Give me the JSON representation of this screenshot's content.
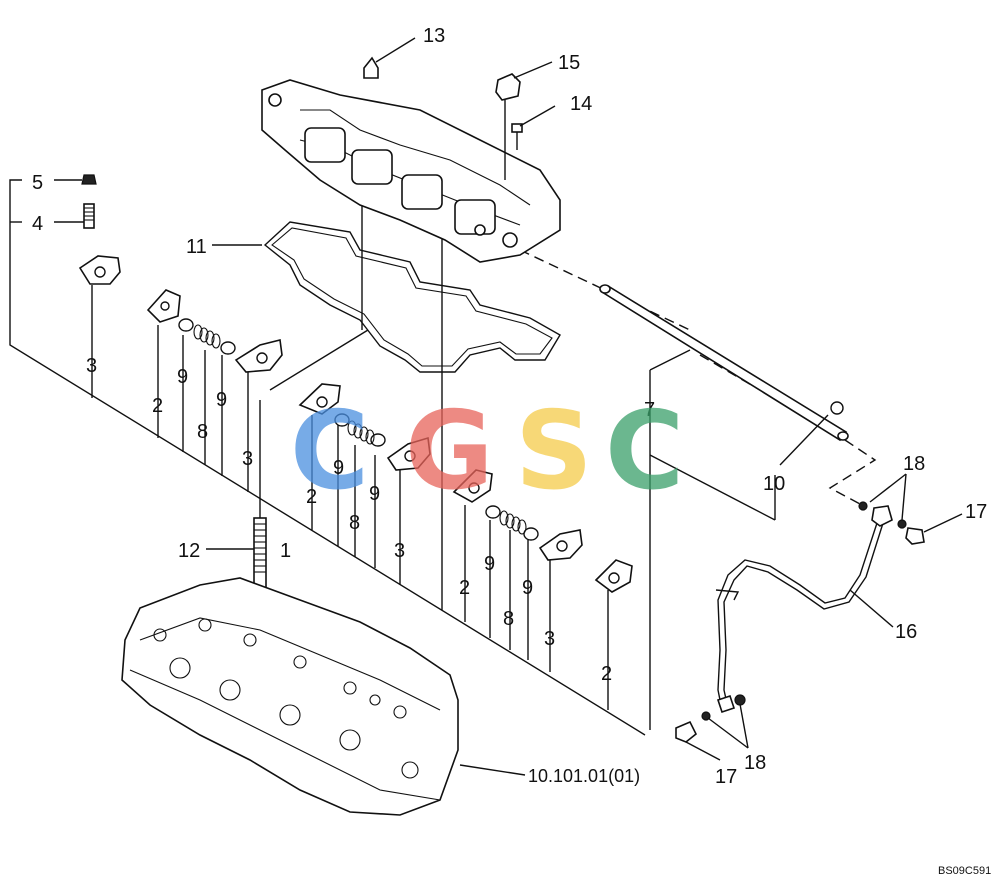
{
  "callouts": {
    "c13": "13",
    "c15": "15",
    "c14": "14",
    "c5": "5",
    "c4": "4",
    "c11": "11",
    "c3a": "3",
    "c2a": "2",
    "c9a": "9",
    "c8a": "8",
    "c9b": "9",
    "c3b": "3",
    "c2b": "2",
    "c9c": "9",
    "c8b": "8",
    "c9d": "9",
    "c3c": "3",
    "c7": "7",
    "c10": "10",
    "c18a": "18",
    "c17a": "17",
    "c12": "12",
    "c1": "1",
    "c2c": "2",
    "c9e": "9",
    "c8c": "8",
    "c9f": "9",
    "c3d": "3",
    "c2d": "2",
    "c16": "16",
    "c17b": "17",
    "c18b": "18"
  },
  "reference": "10.101.01(01)",
  "drawing_code": "BS09C591",
  "watermark": {
    "letters": [
      "C",
      "G",
      "S",
      "C"
    ],
    "colors": [
      "#4a8fe0",
      "#e8635a",
      "#f5cc4a",
      "#3aa06a"
    ]
  }
}
